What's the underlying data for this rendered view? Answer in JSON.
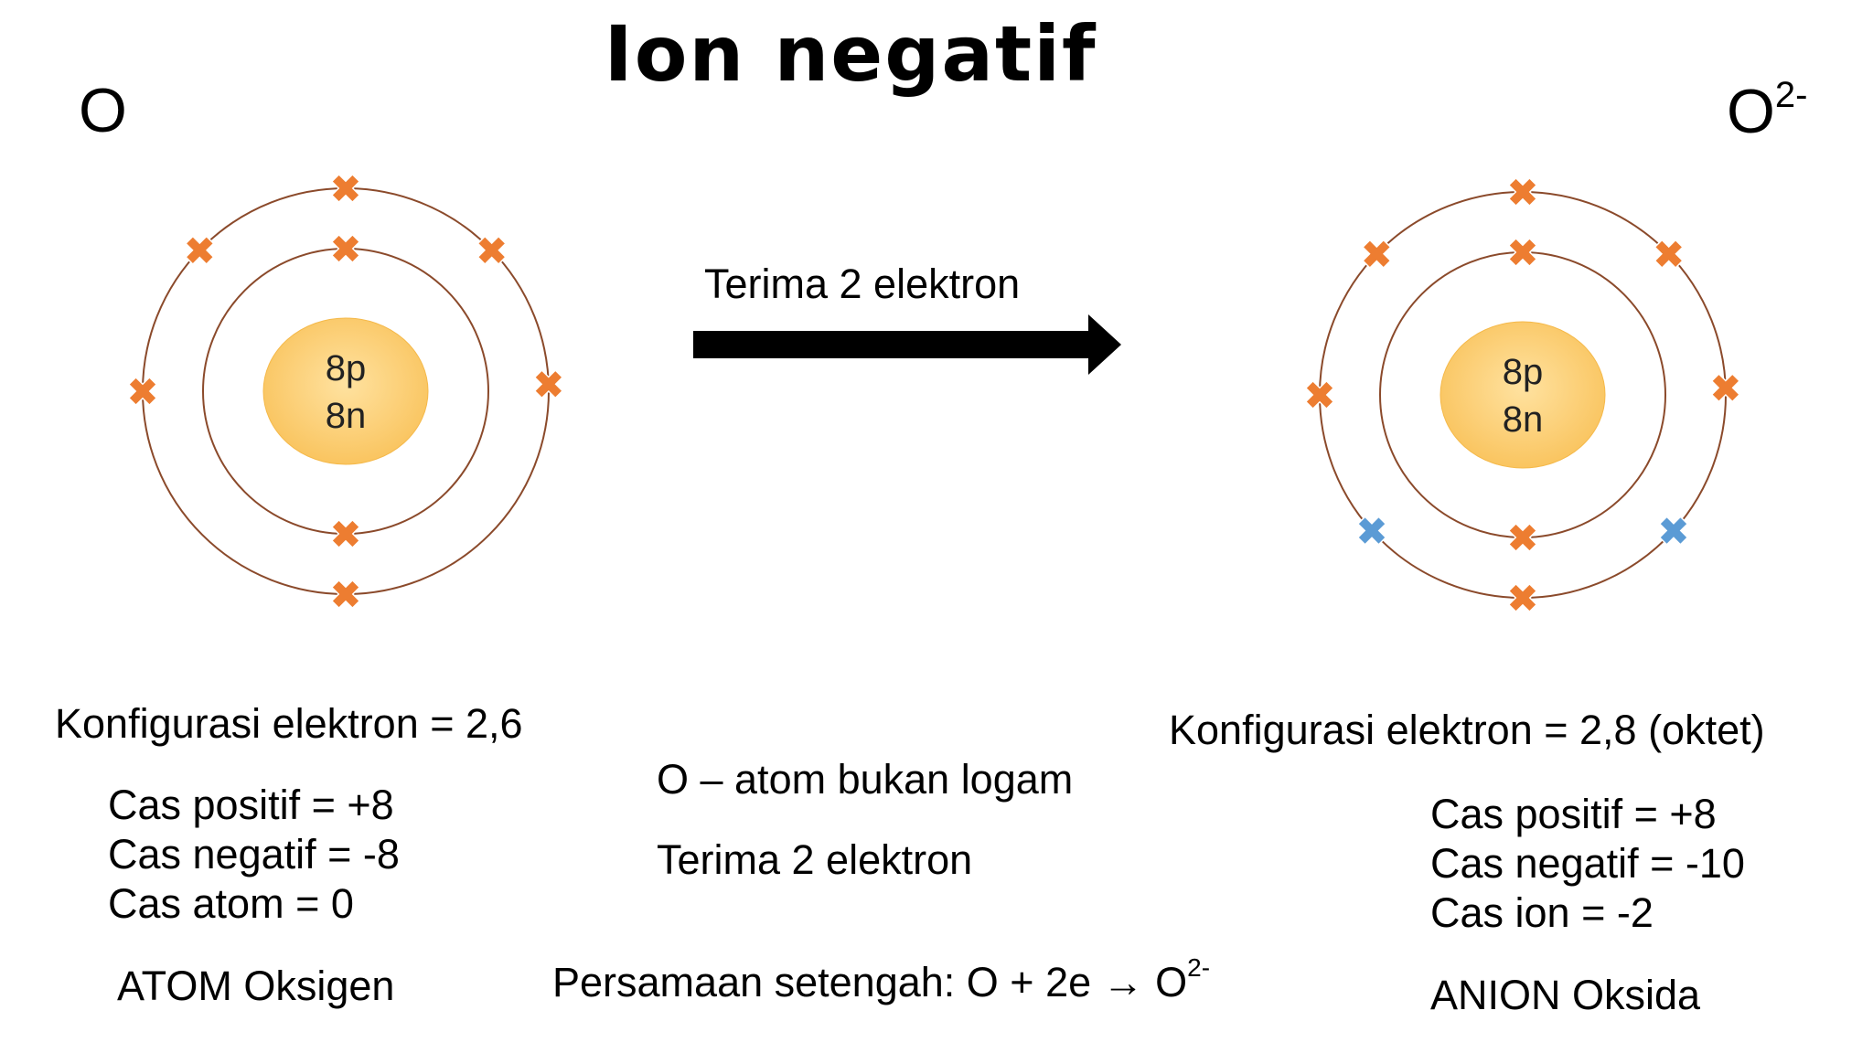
{
  "title": "Ion negatif",
  "atom": {
    "symbol": "O",
    "nucleus": {
      "protons": "8p",
      "neutrons": "8n"
    },
    "configuration": "Konfigurasi elektron = 2,6",
    "charges": [
      "Cas positif = +8",
      "Cas negatif = -8",
      "Cas atom = 0"
    ],
    "label": "ATOM Oksigen",
    "shells": [
      {
        "electrons": 2
      },
      {
        "electrons": 6
      }
    ]
  },
  "ion": {
    "symbol": "O",
    "charge_superscript": "2-",
    "nucleus": {
      "protons": "8p",
      "neutrons": "8n"
    },
    "configuration": "Konfigurasi elektron = 2,8 (oktet)",
    "charges": [
      "Cas positif = +8",
      "Cas negatif = -10",
      "Cas ion = -2"
    ],
    "label": "ANION Oksida",
    "shells": [
      {
        "electrons": 2
      },
      {
        "electrons": 8,
        "gained": 2
      }
    ]
  },
  "arrow_label": "Terima 2 elektron",
  "middle": {
    "line1": "O – atom bukan logam",
    "line2": "Terima 2 elektron",
    "equation_prefix": "Persamaan setengah: O + 2e → O",
    "equation_superscript": "2-"
  },
  "colors": {
    "electron": "#ED7D31",
    "gained_electron": "#5B9BD5",
    "orbit": "#8B4A2B",
    "nucleus_fill": "#FCCB6E",
    "arrow": "#000000"
  }
}
